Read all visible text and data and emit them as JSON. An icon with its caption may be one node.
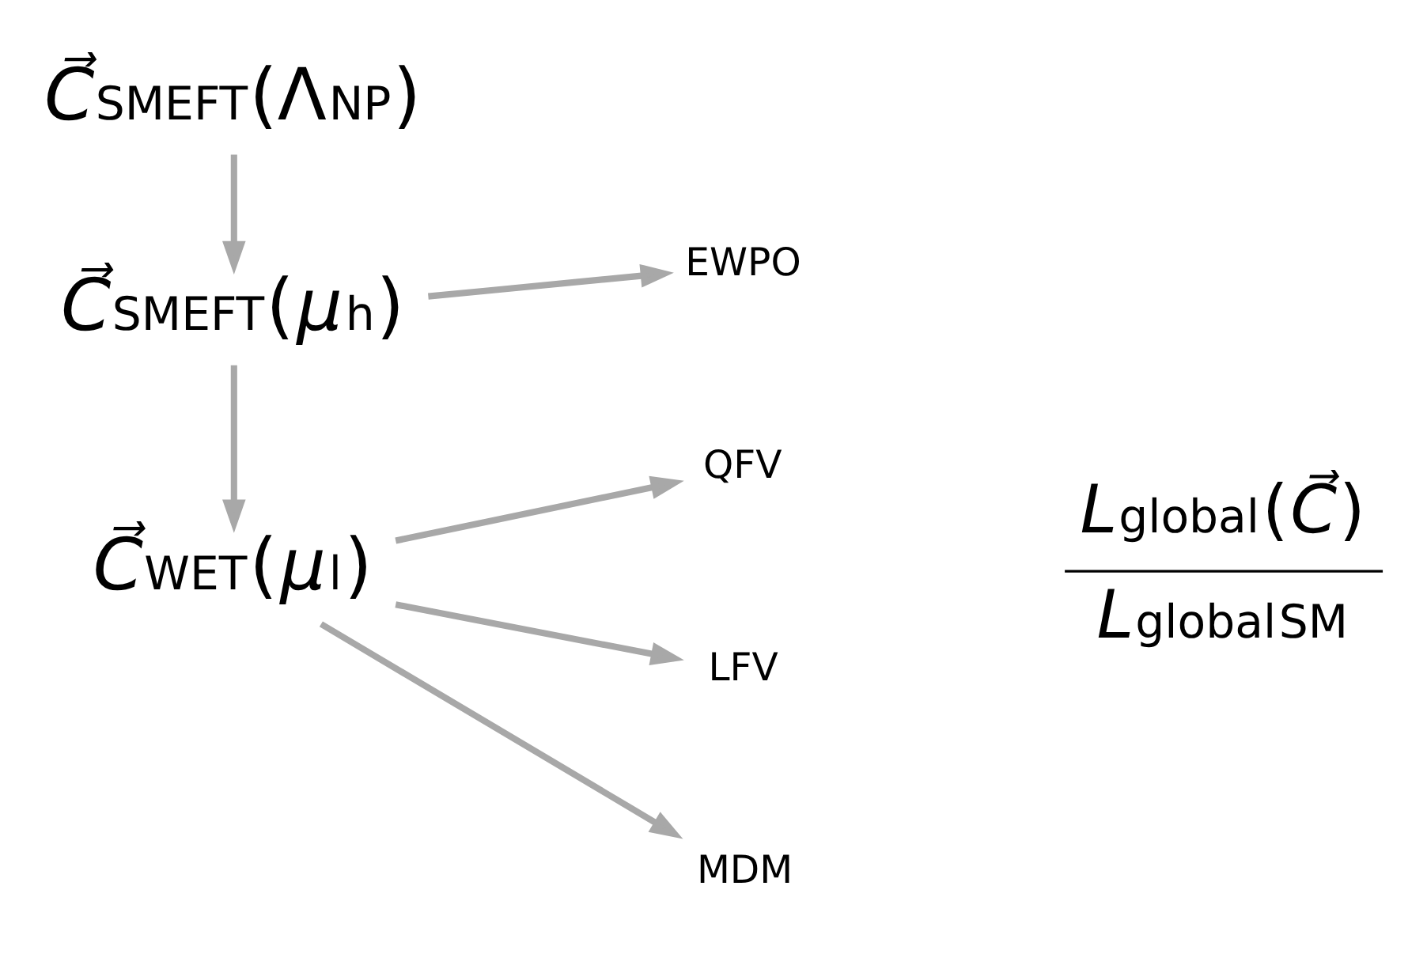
{
  "diagram": {
    "nodes": [
      {
        "text": [
          "*C⃗*$_{SMEFT}$(Λ$_{NP}$)"
        ]
      },
      {
        "text": [
          "*C⃗*$_{SMEFT}$(*μ*$_{h}$)"
        ]
      },
      {
        "text": [
          "EWPO"
        ]
      },
      {
        "text": [
          "*C⃗*$_{WET}$(*μ*$_{l}$)"
        ]
      },
      {
        "text": [
          "QFV"
        ]
      },
      {
        "text": [
          "LFV"
        ]
      },
      {
        "text": [
          "MDM"
        ]
      }
    ],
    "edges": [
      {
        "from": 0,
        "to": 1,
        "arrow": "to"
      },
      {
        "from": 1,
        "to": 2,
        "arrow": "to"
      },
      {
        "from": 1,
        "to": 3,
        "arrow": "to"
      },
      {
        "from": 3,
        "to": 4,
        "arrow": "to"
      },
      {
        "from": 3,
        "to": 5,
        "arrow": "to"
      },
      {
        "from": 3,
        "to": 6,
        "arrow": "to"
      }
    ],
    "labels": [
      "*L*$_{global}$(*C⃗*)",
      "*L*$_{global}$$^{SM}$"
    ]
  }
}
